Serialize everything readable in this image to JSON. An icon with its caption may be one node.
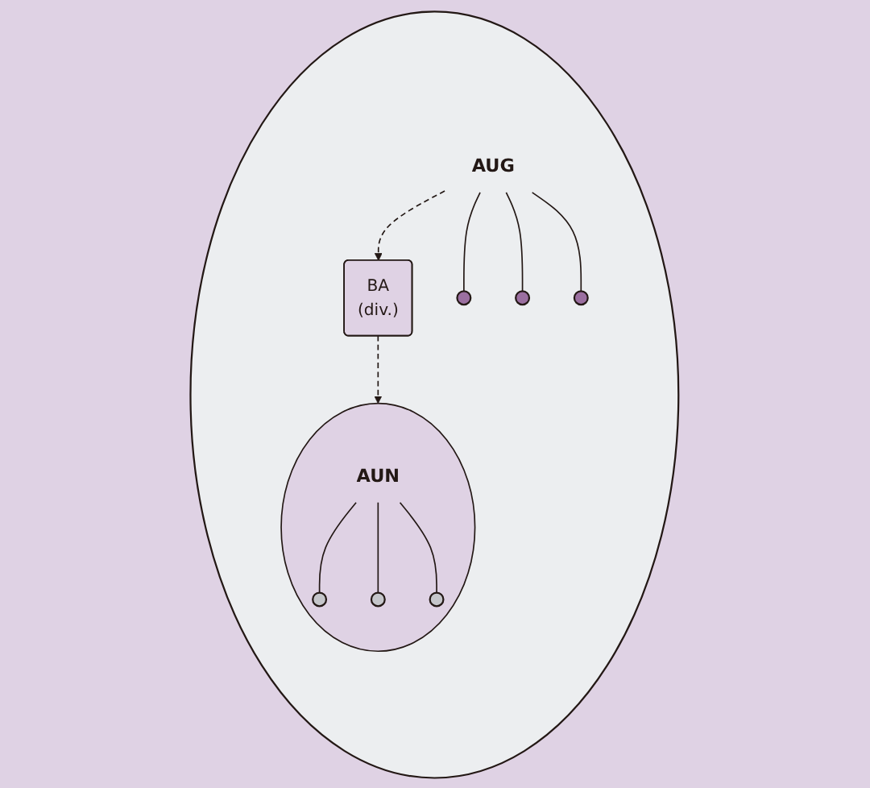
{
  "diagram": {
    "nodes": [
      {
        "text": [],
        "shape": "circle"
      },
      {
        "text": [
          "AUG"
        ],
        "in": 0
      },
      {
        "text": [],
        "shape": "circle",
        "in": 0
      },
      {
        "text": [],
        "shape": "circle",
        "in": 0
      },
      {
        "text": [],
        "shape": "circle",
        "in": 0
      },
      {
        "text": [
          "BA",
          "(div.)"
        ],
        "in": 0
      },
      {
        "text": [],
        "shape": "circle",
        "in": 0
      },
      {
        "text": [
          "AUN"
        ],
        "in": 6
      },
      {
        "text": [],
        "shape": "circle",
        "in": 6
      },
      {
        "text": [],
        "shape": "circle",
        "in": 6
      },
      {
        "text": [],
        "shape": "circle",
        "in": 6
      }
    ],
    "edges": [
      {
        "from": 1,
        "to": 5,
        "arrow": "to",
        "style": "dashed"
      },
      {
        "from": 5,
        "to": 6,
        "arrow": "to",
        "style": "dashed"
      },
      {
        "from": 1,
        "to": 2,
        "arrow": "none"
      },
      {
        "from": 1,
        "to": 3,
        "arrow": "none"
      },
      {
        "from": 1,
        "to": 4,
        "arrow": "none"
      },
      {
        "from": 7,
        "to": 8,
        "arrow": "none"
      },
      {
        "from": 7,
        "to": 9,
        "arrow": "none"
      },
      {
        "from": 7,
        "to": 10,
        "arrow": "none"
      }
    ]
  }
}
